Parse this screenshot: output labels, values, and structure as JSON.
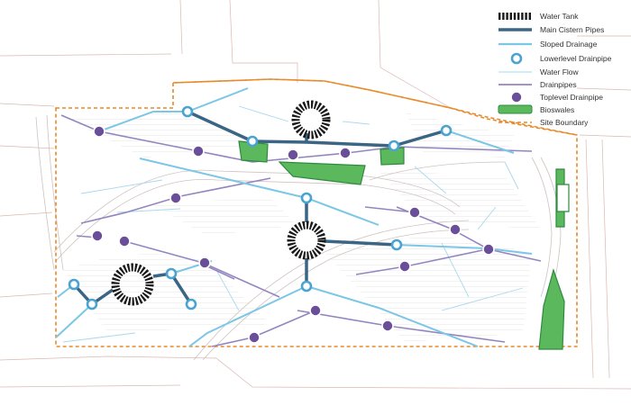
{
  "legend": {
    "water_tank": "Water Tank",
    "main_cistern_pipes": "Main Cistern Pipes",
    "sloped_drainage": "Sloped Drainage",
    "lowerlevel_drainpipe": "Lowerlevel Drainpipe",
    "water_flow": "Water Flow",
    "drainpipes": "Drainpipes",
    "toplevel_drainpipe": "Toplevel Drainpipe",
    "bioswales": "Bioswales",
    "site_boundary": "Site Boundary"
  },
  "colors": {
    "water_tank": "#1a1a1a",
    "main_cistern_pipes": "#3b6585",
    "sloped_drainage": "#7cc6e6",
    "lowerlevel_drainpipe": "#4aa3d0",
    "water_flow": "#a8d8ee",
    "drainpipes": "#9485c0",
    "toplevel_drainpipe": "#6a4e9a",
    "bioswales": "#5cb85c",
    "bioswale_stroke": "#2e8b3e",
    "site_boundary": "#e8892a",
    "context_lines": "#d9b8b4",
    "hatch_lines": "#c9c9c9"
  },
  "icons": {
    "water_tank": "water-tank-icon",
    "lowerlevel_drainpipe": "lowerlevel-drainpipe-icon",
    "toplevel_drainpipe": "toplevel-drainpipe-icon",
    "bioswale": "bioswale-icon"
  }
}
